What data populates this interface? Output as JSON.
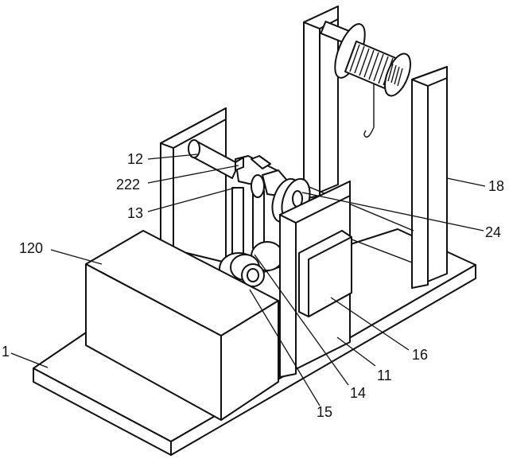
{
  "labels": {
    "l1": "1",
    "l120": "120",
    "l12": "12",
    "l222": "222",
    "l13": "13",
    "l18": "18",
    "l24": "24",
    "l16": "16",
    "l11": "11",
    "l14": "14",
    "l15": "15"
  }
}
